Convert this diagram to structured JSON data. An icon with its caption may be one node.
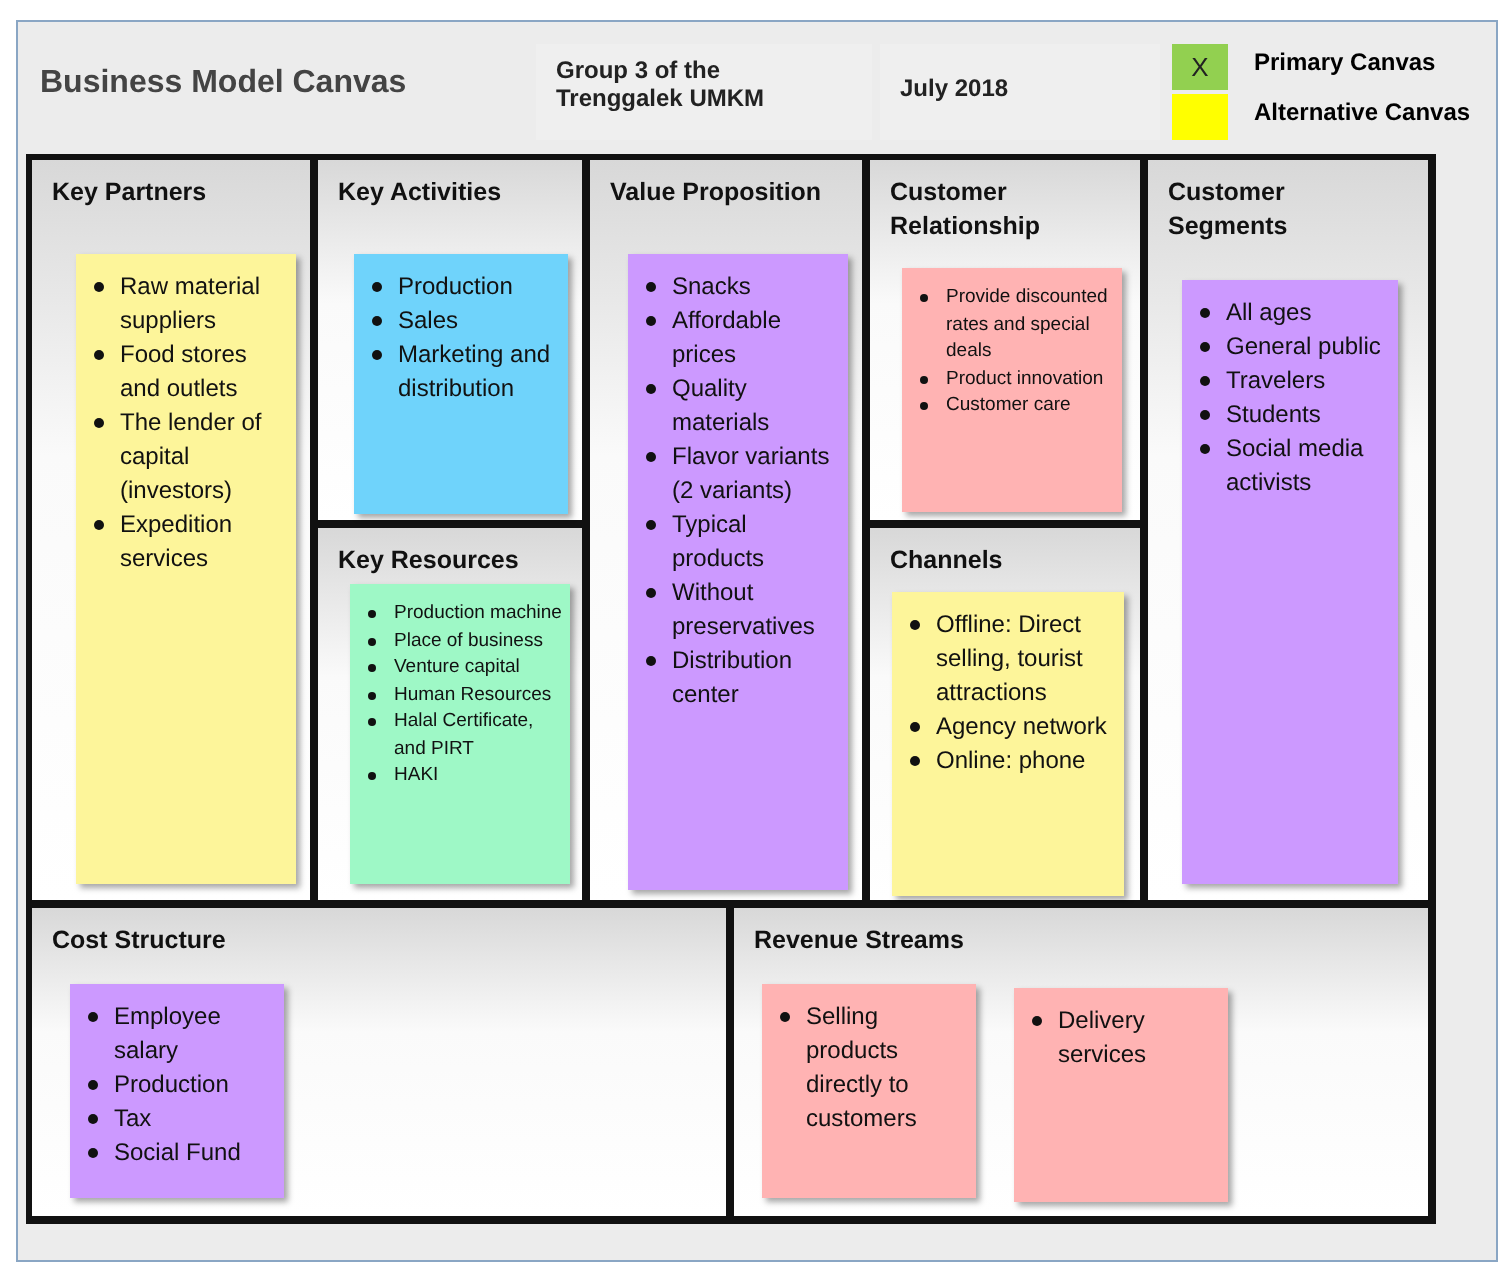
{
  "diagram": {
    "title": "Business Model Canvas",
    "nodes": [
      {
        "text": [
          "Key Partners"
        ]
      },
      {
        "text": [
          "Raw material suppliers",
          "Food stores and outlets",
          "The lender of capital (investors)",
          "Expedition services"
        ],
        "in": 0
      },
      {
        "text": [
          "Key Activities"
        ]
      },
      {
        "text": [
          "Production",
          "Sales",
          "Marketing and distribution"
        ],
        "in": 2
      },
      {
        "text": [
          "Key Resources"
        ]
      },
      {
        "text": [
          "Production machine",
          "Place of business",
          "Venture capital",
          "Human Resources",
          "Halal Certificate, and PIRT",
          "HAKI"
        ],
        "in": 4
      },
      {
        "text": [
          "Value Proposition"
        ]
      },
      {
        "text": [
          "Snacks",
          "Affordable prices",
          "Quality materials",
          "Flavor variants (2 variants)",
          "Typical products",
          "Without preservatives",
          "Distribution center"
        ],
        "in": 6
      },
      {
        "text": [
          "Customer Relationship"
        ]
      },
      {
        "text": [
          "Provide discounted rates and special deals",
          "Product innovation",
          "Customer care"
        ],
        "in": 8
      },
      {
        "text": [
          "Channels"
        ]
      },
      {
        "text": [
          "Offline: Direct selling, tourist attractions",
          "Agency network",
          "Online: phone"
        ],
        "in": 10
      },
      {
        "text": [
          "Customer Segments"
        ]
      },
      {
        "text": [
          "All ages",
          "General public",
          "Travelers",
          "Students",
          "Social media activists"
        ],
        "in": 12
      },
      {
        "text": [
          "Cost Structure"
        ]
      },
      {
        "text": [
          "Employee salary",
          "Production",
          "Tax",
          "Social Fund"
        ],
        "in": 14
      },
      {
        "text": [
          "Revenue Streams"
        ]
      },
      {
        "text": [
          "Selling products directly to customers"
        ],
        "in": 16
      },
      {
        "text": [
          "Delivery services"
        ],
        "in": 16
      }
    ],
    "edges": [],
    "labels": [
      "Group 3 of the Trenggalek UMKM",
      "July 2018",
      "X"
    ],
    "legend": [
      {
        "text": "Primary Canvas",
        "color": "#92d050"
      },
      {
        "text": "Alternative Canvas",
        "color": "#ffff00"
      }
    ]
  }
}
